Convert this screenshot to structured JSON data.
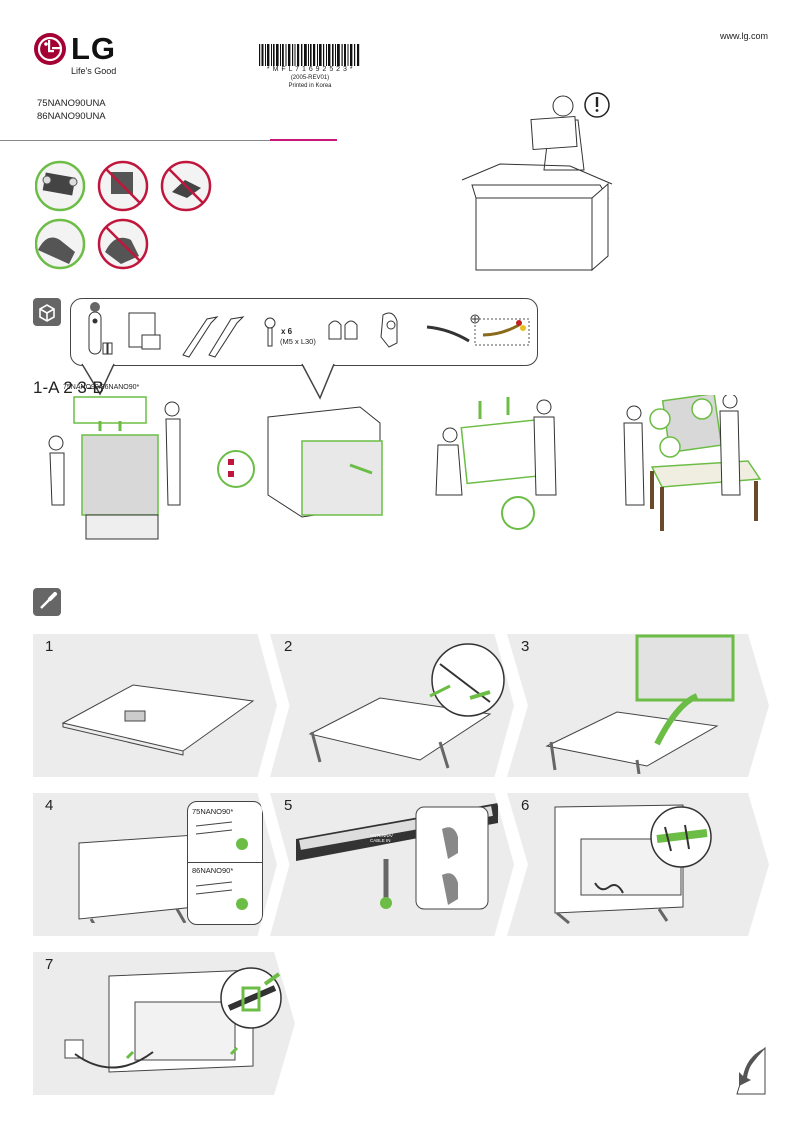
{
  "header": {
    "website": "www.lg.com",
    "brand": "LG",
    "tagline": "Life's Good",
    "barcode_text": "* M F L 7 1 6 9 2 5 2 3 *",
    "revision": "(2005-REV01)",
    "printed_in": "Printed in Korea",
    "models": [
      "75NANO90UNA",
      "86NANO90UNA"
    ]
  },
  "parts": {
    "screw_count": "x 6",
    "screw_spec": "(M5 x L30)"
  },
  "unbox": {
    "heading": "1-A 2 3-B",
    "subheading": "75NANO90/86NANO90*"
  },
  "assembly": {
    "steps": [
      "1",
      "2",
      "3",
      "4",
      "5",
      "6",
      "7"
    ],
    "step4_models": [
      "75NANO90*",
      "86NANO90*"
    ],
    "step5_label": "ANTENNA/ CABLE IN"
  },
  "colors": {
    "accent_pink": "#c8197a",
    "guide_green": "#6cbd45",
    "forbid_red": "#c0163c",
    "panel_gray": "#ececec"
  },
  "icons": [
    "lg-logo-icon",
    "warning-icon",
    "box-icon",
    "screwdriver-icon",
    "page-turn-icon"
  ]
}
